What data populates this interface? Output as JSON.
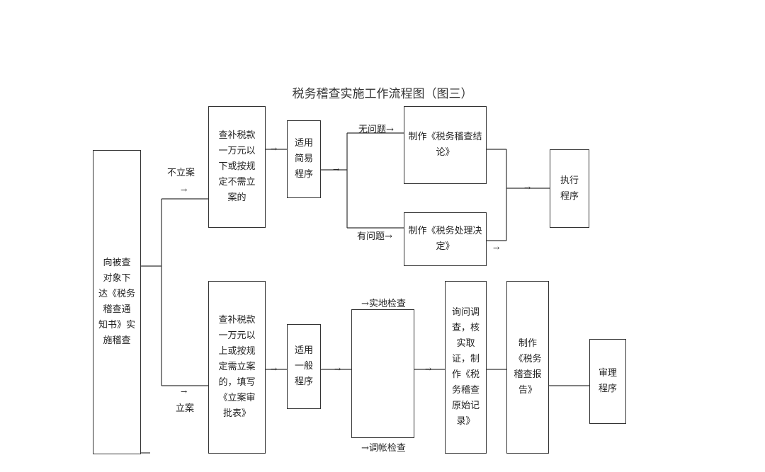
{
  "title": "税务稽查实施工作流程图（图三）",
  "nodes": {
    "start": "向被查\n对象下\n达《税务\n稽查通\n知书》实\n施稽查",
    "upper_condition": "查补税款\n一万元以\n下或按规\n定不需立\n案的",
    "simple_procedure": "适用\n简易\n程序",
    "conclusion": "制作《税务稽查结\n论》",
    "decision": "制作《税务处理决\n定》",
    "execute": "执行\n程序",
    "lower_condition": "查补税款\n一万元以\n上或按规\n定需立案\n的，填写\n《立案审\n批表》",
    "general_procedure": "适用\n一般\n程序",
    "inquiry": "询问调\n查，核\n实取\n证，制\n作《税\n务稽查\n原始记\n录》",
    "report": "制作\n《税务\n稽查报\n告》",
    "review": "审理\n程序"
  },
  "labels": {
    "no_case": "不立案",
    "case": "立案",
    "no_problem": "无问题→",
    "has_problem": "有问题→",
    "field_check": "→实地检查",
    "account_check": "→调帐检查"
  },
  "colors": {
    "line": "#333333",
    "text": "#222222",
    "background": "#ffffff"
  }
}
